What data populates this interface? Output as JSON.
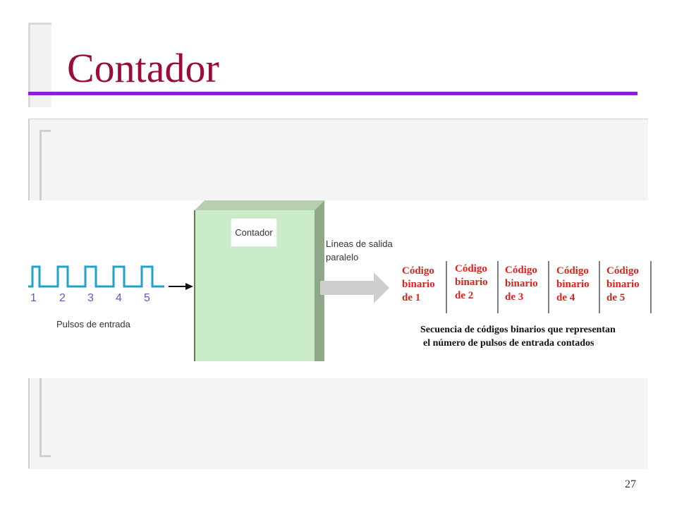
{
  "slide": {
    "title": "Contador",
    "page_number": "27"
  },
  "diagram": {
    "counter_label": "Contador",
    "output_lines_label_line1": "Líneas de salida",
    "output_lines_label_line2": "paralelo",
    "pulses_label": "Pulsos de entrada",
    "pulse_numbers": [
      "1",
      "2",
      "3",
      "4",
      "5"
    ],
    "binary_codes": [
      {
        "line1": "Código",
        "line2": "binario",
        "line3": "de 1"
      },
      {
        "line1": "Código",
        "line2": "binario",
        "line3": "de 2"
      },
      {
        "line1": "Código",
        "line2": "binario",
        "line3": "de 3"
      },
      {
        "line1": "Código",
        "line2": "binario",
        "line3": "de 4"
      },
      {
        "line1": "Código",
        "line2": "binario",
        "line3": "de 5"
      }
    ],
    "sequence_caption_line1": "Secuencia de códigos binarios que representan",
    "sequence_caption_line2": "el número de pulsos de entrada contados"
  },
  "colors": {
    "title": "#9b0b3b",
    "title_rule": "#8b1fd1",
    "pulse_wave": "#1fa3c6",
    "pulse_numbers": "#6a53c4",
    "counter_face": "#c9ebc7",
    "counter_side": "#8fa88a",
    "binary_code_text": "#e0201c",
    "output_arrow": "#cfcfcf"
  }
}
